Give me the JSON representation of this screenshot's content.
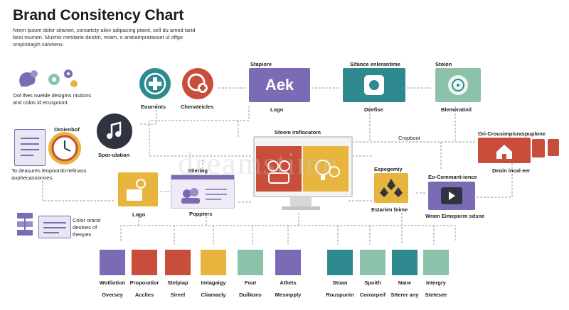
{
  "title": "Brand Consitency Chart",
  "intro": "Nrem ipsum dolor sitamet, consetcty aikiv adipacing ptanit, sell du amed tarid beoi niumen. Mulmis romitarie desitin, miam, o aratiampratasset ul offge ompinbagih salvitens.",
  "left_top_caption": "Ool thes nuelde desigms nistions and colos id ecuspriont.",
  "left_mid_caption": "To deasures leopoordcmelinass auphecasoonoes.",
  "left_bot_caption": "Color orand deolses of thespes",
  "clock_label": "Oroienbof",
  "music_label": "Spor-ulation",
  "circle1_label": "Eournints",
  "circle2_label": "Chenateicles",
  "logo_header": "Stapiore",
  "logo_text": "Aek",
  "logo_caption": "Logo",
  "define_header": "Sifance enlerantime",
  "define_caption": "Deefise",
  "stoion_header": "Stoion",
  "stoion_caption": "Blemeratinil",
  "cropboot": "Cropboot",
  "org_label": "Ori-Crousimpisraspuplone",
  "destin_label": "Deoin incal eer",
  "monitor_header": "Stoem imflocatom",
  "stiering_label": "Stiering",
  "poppters_label": "Poppters",
  "logo2_label": "Logo",
  "espegemy_label": "Espegemiy",
  "estarien_label": "Estarien feime",
  "comm_label": "Eo-Commant-ionce",
  "warn_label": "Wram Eimeporm sdsne",
  "watermark": "dreamstime",
  "colors": {
    "purple": "#7b6bb4",
    "red": "#c94d3b",
    "teal": "#2e8a8f",
    "mint": "#8cc2aa",
    "yellow": "#e7b53d",
    "navy": "#2e3440"
  },
  "swatches": [
    {
      "line1": "Wotliotion",
      "line2": "Oversey",
      "color": "#7b6bb4"
    },
    {
      "line1": "Proporatior",
      "line2": "Acclies",
      "color": "#c94d3b"
    },
    {
      "line1": "Stelpiap",
      "line2": "Sireel",
      "color": "#c94d3b"
    },
    {
      "line1": "Imtagaigy",
      "line2": "Cliamacly",
      "color": "#e7b53d"
    },
    {
      "line1": "Fout",
      "line2": "Duilkons",
      "color": "#8cc2aa"
    },
    {
      "line1": "Athets",
      "line2": "Mesmpply",
      "color": "#7b6bb4"
    },
    {
      "line1": "Stoan",
      "line2": "Rouspunin",
      "color": "#2e8a8f"
    },
    {
      "line1": "Spoith",
      "line2": "Corrarpeif",
      "color": "#8cc2aa"
    },
    {
      "line1": "Nane",
      "line2": "Stterer any",
      "color": "#2e8a8f"
    },
    {
      "line1": "Intergry",
      "line2": "Stetesee",
      "color": "#8cc2aa"
    }
  ]
}
